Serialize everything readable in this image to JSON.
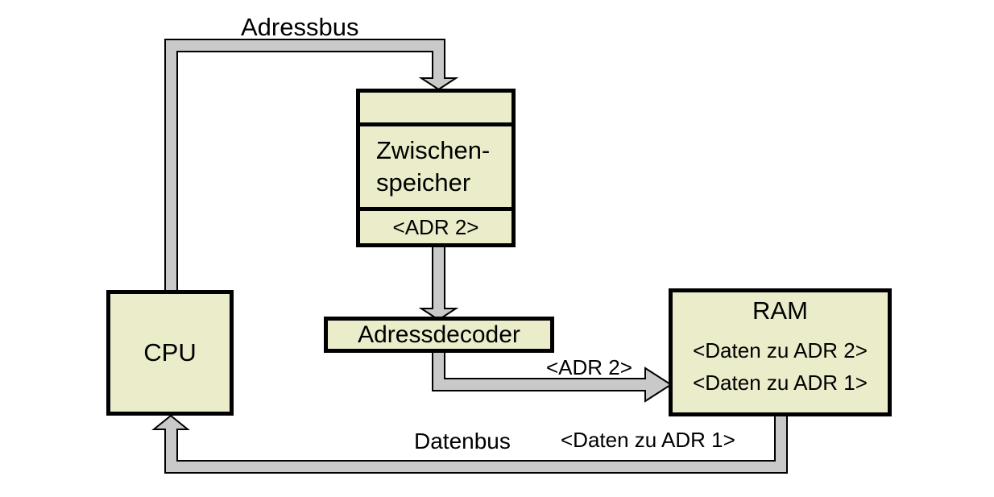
{
  "colors": {
    "background": "#ffffff",
    "box_fill": "#eaecca",
    "bus_fill": "#c9c9c9",
    "outline": "#000000"
  },
  "nodes": {
    "cpu": {
      "label": "CPU"
    },
    "buffer": {
      "line1": "Zwischen-",
      "line2": "speicher",
      "slot": "<ADR 2>"
    },
    "decoder": {
      "label": "Adressdecoder"
    },
    "ram": {
      "title": "RAM",
      "row1": "<Daten zu ADR 2>",
      "row2": "<Daten zu ADR 1>"
    }
  },
  "bus_labels": {
    "adressbus": "Adressbus",
    "adr2": "<ADR 2>",
    "datenbus": "Datenbus",
    "daten_adr1": "<Daten zu ADR 1>"
  }
}
